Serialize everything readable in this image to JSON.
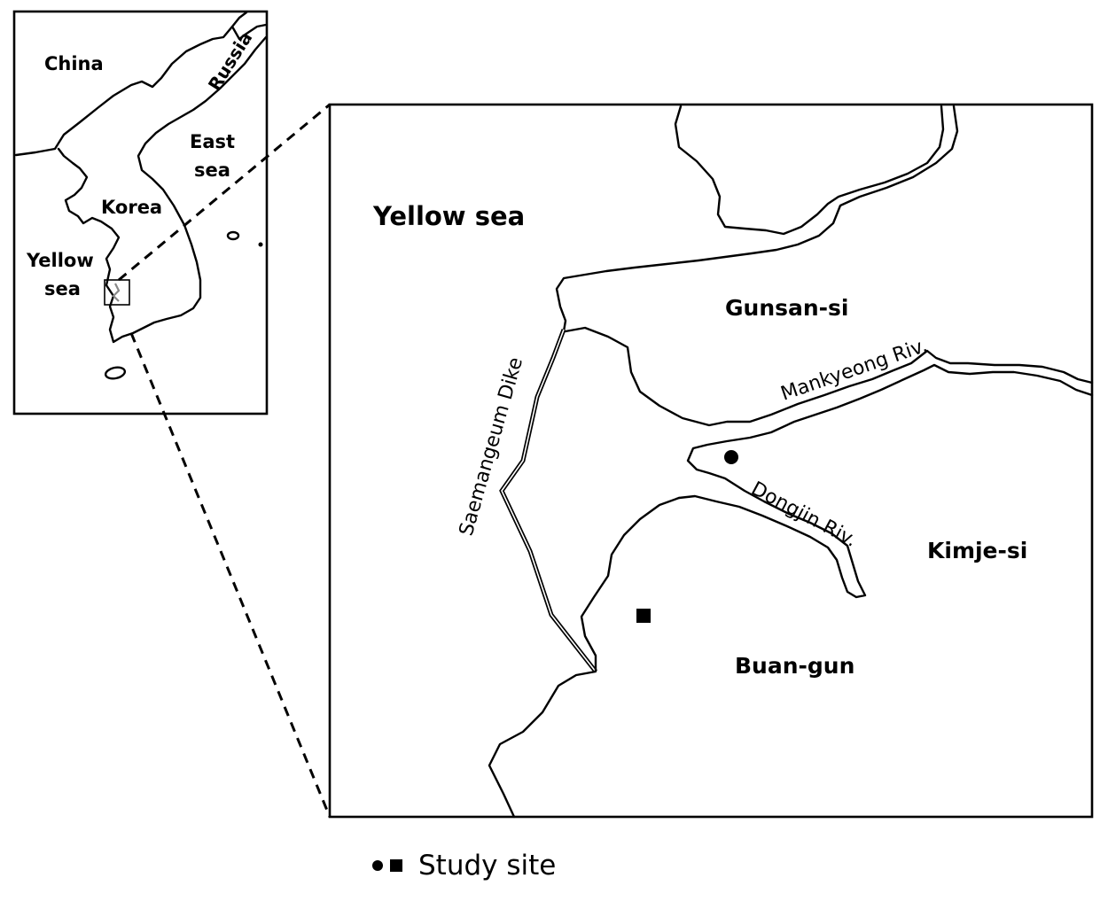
{
  "inset_map": {
    "labels": {
      "china": "China",
      "russia": "Russia",
      "east_sea_line1": "East",
      "east_sea_line2": "sea",
      "korea": "Korea",
      "yellow_sea_line1": "Yellow",
      "yellow_sea_line2": "sea"
    }
  },
  "detail_map": {
    "labels": {
      "yellow_sea": "Yellow sea",
      "gunsan": "Gunsan-si",
      "mankyeong_river": "Mankyeong Riv.",
      "saemangeum_dike": "Saemangeum Dike",
      "dongjin_river": "Dongjin Riv.",
      "kimje": "Kimje-si",
      "buan": "Buan-gun"
    },
    "study_sites": [
      {
        "marker": "circle"
      },
      {
        "marker": "square"
      }
    ]
  },
  "legend": {
    "markers": [
      "circle",
      "square"
    ],
    "label": "Study site"
  }
}
